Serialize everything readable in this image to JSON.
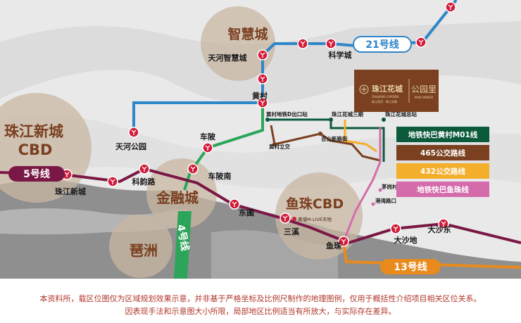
{
  "districts": {
    "zhihui": "智慧城",
    "zhujiang_line1": "珠江新城",
    "zhujiang_line2": "CBD",
    "jinrong": "金融城",
    "pazhou": "琶洲",
    "yuzhu": "鱼珠CBD",
    "yuzhu_sub": "黄埔M-LIVE天地"
  },
  "lines": {
    "l21": "21号线",
    "l5": "5号线",
    "l4": "4号线",
    "l13": "13号线"
  },
  "stations": {
    "tianhe_zhihui": "天河智慧城",
    "kexuecheng": "科学城",
    "huangcun": "黄村",
    "tianhe_park": "天河公园",
    "chebei": "车陂",
    "chebei_south": "车陂南",
    "keyun": "科韵路",
    "zhujiang_xc": "珠江新城",
    "dongpu": "东圃",
    "sanxi": "三溪",
    "yuzhu": "鱼珠",
    "dashadi": "大沙地",
    "dashadong": "大沙东"
  },
  "bus_stops": {
    "huangcun_d": "黄村地铁D出口站",
    "huangcun_lj": "黄村立交",
    "zjhc3": "珠江花城三期",
    "jishan": "吉山新路街",
    "zjhc_zong": "珠江花城总站",
    "maogang": "茅岗村",
    "gangwan": "港湾路口"
  },
  "project": {
    "name": "珠江花城",
    "en": "ZHUJIANG GARDEN",
    "tagline": "珠江投资 · 珠江花城",
    "brand": "公园里",
    "brand_sub": "PARK MANOR"
  },
  "legend": [
    {
      "label": "地铁快巴黄村M01线",
      "color": "#0b5a3a"
    },
    {
      "label": "465公交路线",
      "color": "#7a4020"
    },
    {
      "label": "432公交路线",
      "color": "#f3ae2b"
    },
    {
      "label": "地铁快巴鱼珠线",
      "color": "#d46cab"
    }
  ],
  "colors": {
    "line21": "#2f86c8",
    "line5": "#7a1845",
    "line4": "#2ca55a",
    "line13": "#e88a1c",
    "metro_station": "#d11c3a",
    "district_text": "#7a4020",
    "project_bg": "#7a4020"
  },
  "disclaimer": {
    "line1": "本资料所，载区位图仅为区域规划效果示意，并非基于严格坐标及比例尺制作的地理图例，仅用于概括性介绍项目相关区位关系。",
    "line2": "因表现手法和示意图大小所限，局部地区比例适当有所放大，与实际存在差异。"
  }
}
